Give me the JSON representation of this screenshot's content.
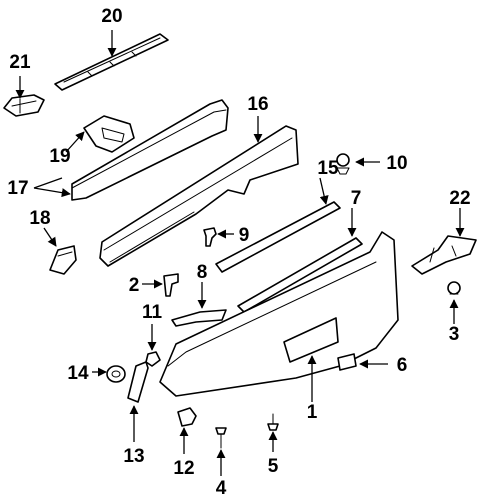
{
  "callouts": {
    "c1": "1",
    "c2": "2",
    "c3": "3",
    "c4": "4",
    "c5": "5",
    "c6": "6",
    "c7": "7",
    "c8": "8",
    "c9": "9",
    "c10": "10",
    "c11": "11",
    "c12": "12",
    "c13": "13",
    "c14": "14",
    "c15": "15",
    "c16": "16",
    "c17": "17",
    "c18": "18",
    "c19": "19",
    "c20": "20",
    "c21": "21",
    "c22": "22"
  },
  "colors": {
    "line": "#000000",
    "background": "#ffffff"
  }
}
